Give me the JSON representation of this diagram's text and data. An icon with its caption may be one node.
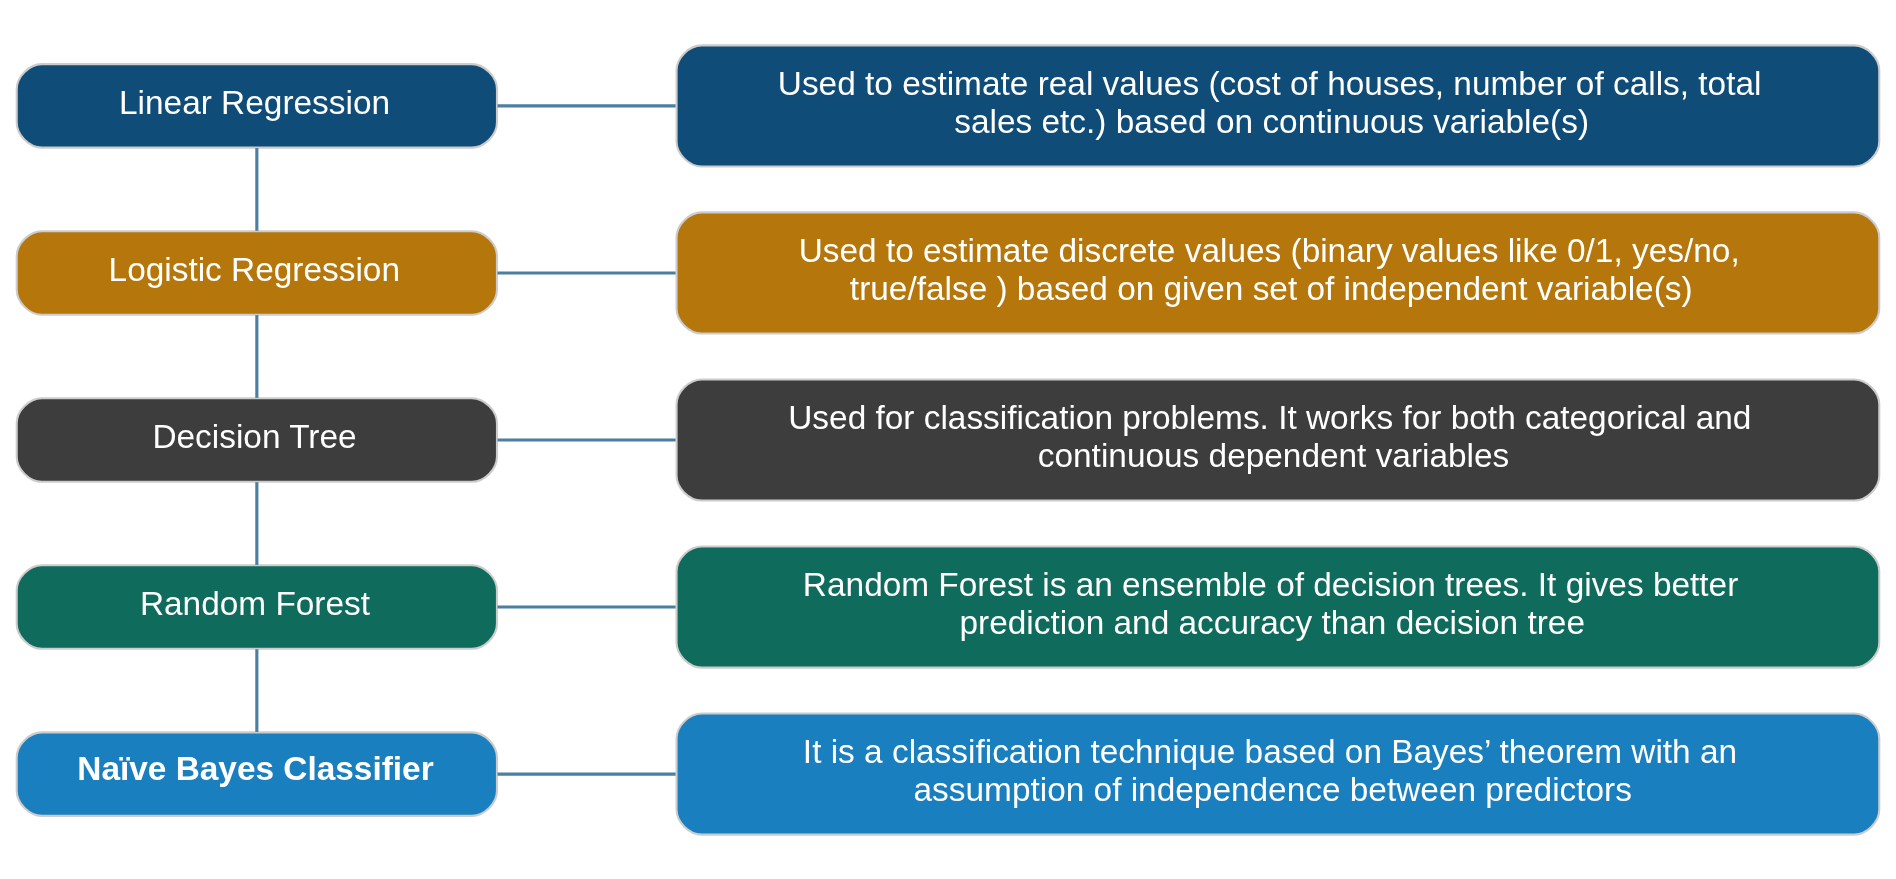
{
  "diagram": {
    "nodes": [
      {
        "text": [
          "Linear Regression"
        ]
      },
      {
        "text": [
          "Logistic Regression"
        ]
      },
      {
        "text": [
          "Decision Tree"
        ]
      },
      {
        "text": [
          "Random Forest"
        ]
      },
      {
        "text": [
          "Naïve Bayes Classifier"
        ]
      },
      {
        "text": [
          "Used to estimate real values (cost of houses, number of calls, total sales etc.) based on continuous variable(s)"
        ]
      },
      {
        "text": [
          "Used to estimate discrete values (binary values like 0/1, yes/no, true/false ) based on given set of independent variable(s)"
        ]
      },
      {
        "text": [
          "Used for classification problems. It works for both categorical and continuous dependent variables"
        ]
      },
      {
        "text": [
          "Random Forest is an ensemble of decision trees. It gives better prediction and accuracy than decision tree"
        ]
      },
      {
        "text": [
          "It is a classification technique based on Bayes’ theorem with an assumption of independence between predictors"
        ]
      }
    ],
    "edges": [
      {
        "from": 0,
        "to": 1,
        "arrow": "none"
      },
      {
        "from": 1,
        "to": 2,
        "arrow": "none"
      },
      {
        "from": 2,
        "to": 3,
        "arrow": "none"
      },
      {
        "from": 3,
        "to": 4,
        "arrow": "none"
      },
      {
        "from": 0,
        "to": 5,
        "arrow": "none"
      },
      {
        "from": 1,
        "to": 6,
        "arrow": "none"
      },
      {
        "from": 2,
        "to": 7,
        "arrow": "none"
      },
      {
        "from": 3,
        "to": 8,
        "arrow": "none"
      },
      {
        "from": 4,
        "to": 9,
        "arrow": "none"
      }
    ]
  }
}
